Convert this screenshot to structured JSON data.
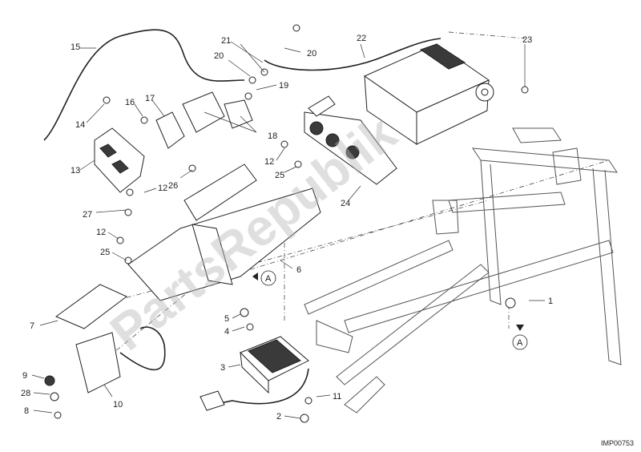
{
  "diagram": {
    "reference_id": "IMP00753",
    "watermark": "PartsRepublik",
    "view_marker": "A",
    "callouts": [
      "1",
      "2",
      "3",
      "4",
      "5",
      "6",
      "7",
      "8",
      "9",
      "10",
      "11",
      "12",
      "13",
      "14",
      "15",
      "16",
      "17",
      "18",
      "19",
      "20",
      "21",
      "22",
      "23",
      "24",
      "25",
      "26",
      "27",
      "28"
    ]
  }
}
